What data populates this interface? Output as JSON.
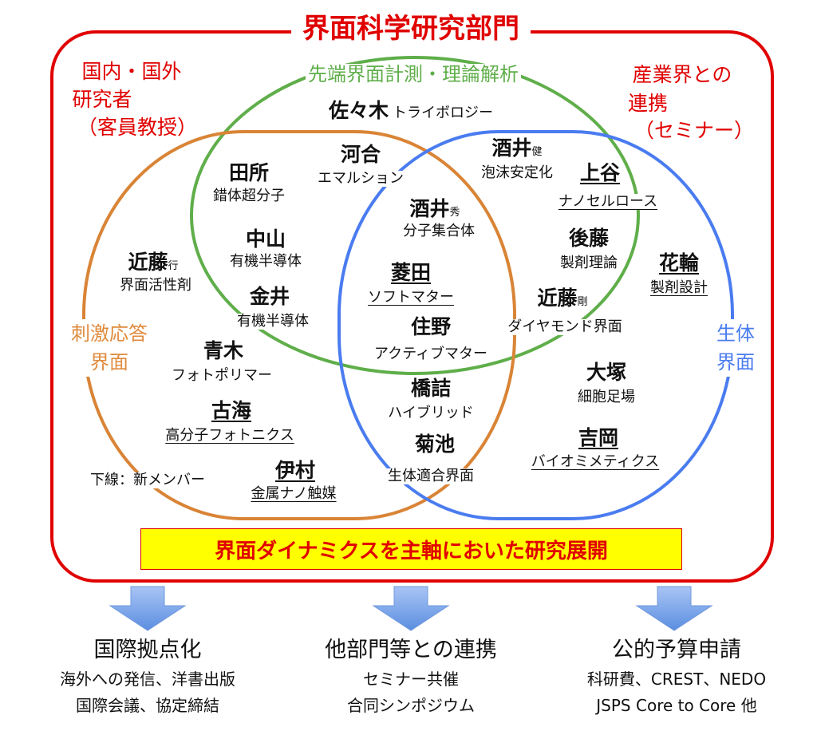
{
  "title": "界面科学研究部門",
  "groups": {
    "domestic": [
      "国内・国外",
      "研究者",
      "（客員教授）"
    ],
    "industry": [
      "産業界との",
      "連携",
      "（セミナー）"
    ],
    "measurement": "先端界面計測・理論解析",
    "stimulus": [
      "刺激応答",
      "界面"
    ],
    "bio": [
      "生体",
      "界面"
    ]
  },
  "members": {
    "sasaki": {
      "name": "佐々木",
      "topic": "トライボロジー"
    },
    "kawai": {
      "name": "河合",
      "topic": "エマルション"
    },
    "tadokoro": {
      "name": "田所",
      "topic": "錯体超分子"
    },
    "sakai_ken": {
      "name": "酒井",
      "suffix": "健",
      "topic": "泡沫安定化"
    },
    "kamitani": {
      "name": "上谷",
      "topic": "ナノセルロース"
    },
    "sakai_hide": {
      "name": "酒井",
      "suffix": "秀",
      "topic": "分子集合体"
    },
    "nakayama": {
      "name": "中山",
      "topic": "有機半導体"
    },
    "goto": {
      "name": "後藤",
      "topic": "製剤理論"
    },
    "kondo_yuki": {
      "name": "近藤",
      "suffix": "行",
      "topic": "界面活性剤"
    },
    "hanawa": {
      "name": "花輪",
      "topic": "製剤設計"
    },
    "hishida": {
      "name": "菱田",
      "topic": "ソフトマター"
    },
    "kanai": {
      "name": "金井",
      "topic": "有機半導体"
    },
    "kondo_takeshi": {
      "name": "近藤",
      "suffix": "剛",
      "topic": "ダイヤモンド界面"
    },
    "sumino": {
      "name": "住野",
      "topic": "アクティブマター"
    },
    "aoki": {
      "name": "青木",
      "topic": "フォトポリマー"
    },
    "otsuka": {
      "name": "大塚",
      "topic": "細胞足場"
    },
    "hashizume": {
      "name": "橋詰",
      "topic": "ハイブリッド"
    },
    "furumi": {
      "name": "古海",
      "topic": "高分子フォトニクス"
    },
    "kikuchi": {
      "name": "菊池",
      "topic": "生体適合界面"
    },
    "yoshioka": {
      "name": "吉岡",
      "topic": "バイオミメティクス"
    },
    "imura": {
      "name": "伊村",
      "topic": "金属ナノ触媒"
    }
  },
  "legend": "下線：新メンバー",
  "banner": "界面ダイナミクスを主軸においた研究展開",
  "outcomes": [
    {
      "heading": "国際拠点化",
      "lines": [
        "海外への発信、洋書出版",
        "国際会議、協定締結"
      ]
    },
    {
      "heading": "他部門等との連携",
      "lines": [
        "セミナー共催",
        "合同シンポジウム"
      ]
    },
    {
      "heading": "公的予算申請",
      "lines": [
        "科研費、CREST、NEDO",
        "JSPS Core to Core 他"
      ]
    }
  ],
  "colors": {
    "red": "#e00000",
    "green": "#5fae4a",
    "orange": "#d98436",
    "blue": "#4a7cf0",
    "banner": "#ffff00"
  }
}
